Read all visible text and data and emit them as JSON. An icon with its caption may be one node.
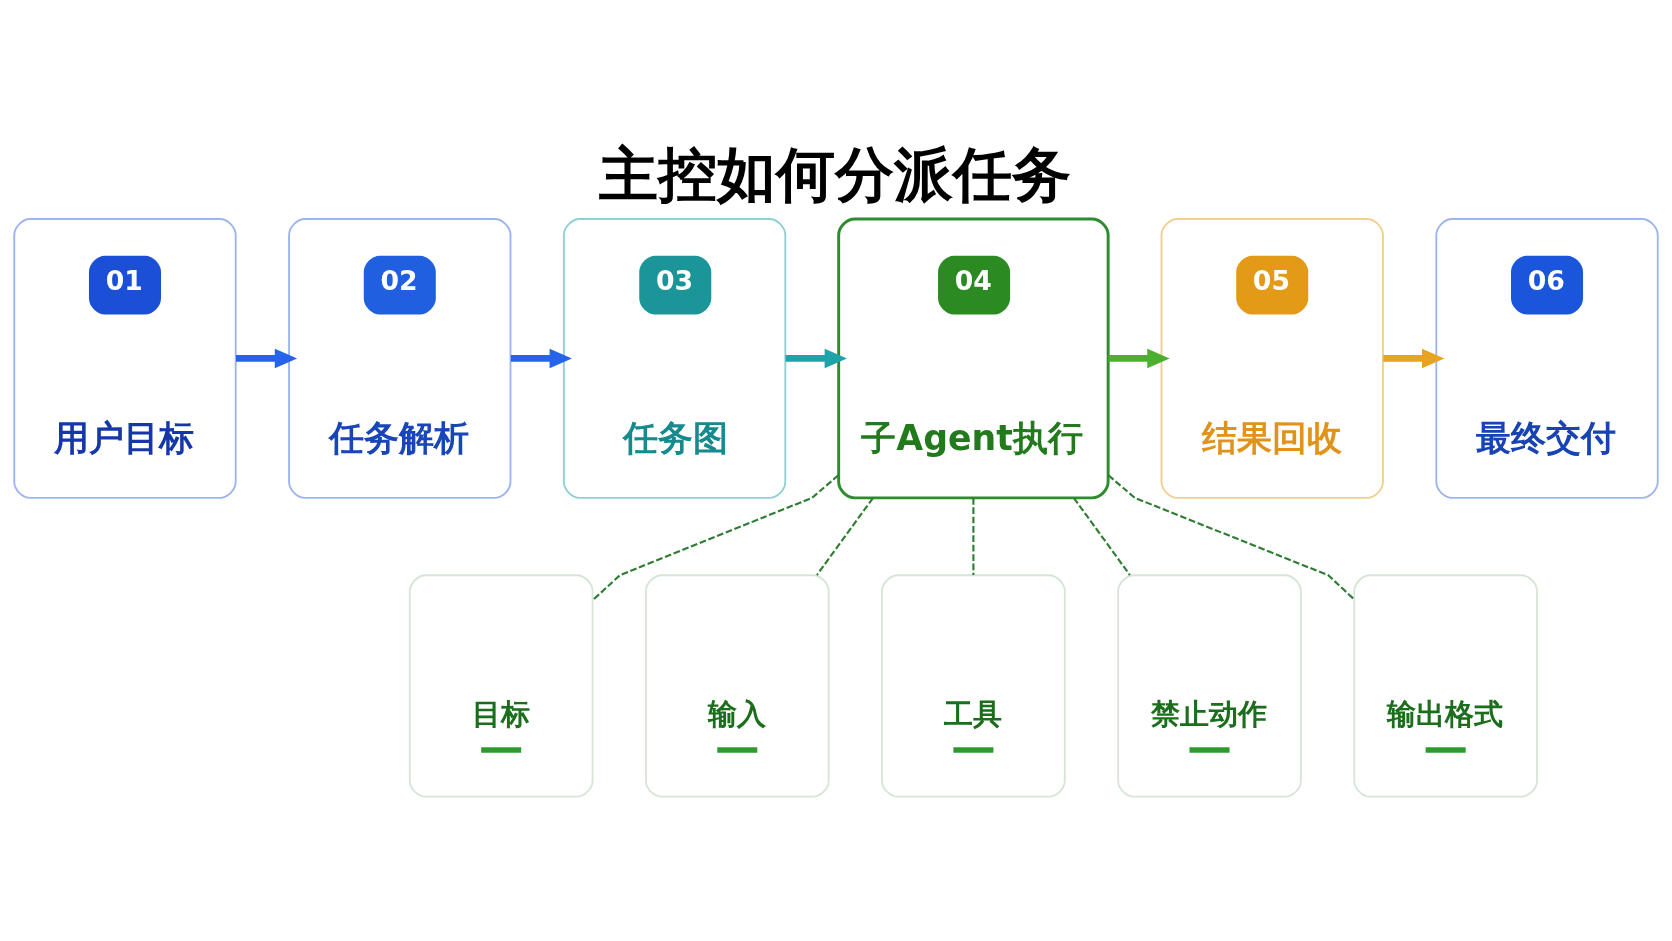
{
  "diagram": {
    "title": "主控如何分派任务",
    "nodes": [
      {
        "text": [
          "01",
          "用户目标"
        ]
      },
      {
        "text": [
          "02",
          "任务解析"
        ]
      },
      {
        "text": [
          "03",
          "任务图"
        ]
      },
      {
        "text": [
          "04",
          "子Agent执行"
        ]
      },
      {
        "text": [
          "05",
          "结果回收"
        ]
      },
      {
        "text": [
          "06",
          "最终交付"
        ]
      },
      {
        "text": [
          "目标"
        ]
      },
      {
        "text": [
          "输入"
        ]
      },
      {
        "text": [
          "工具"
        ]
      },
      {
        "text": [
          "禁止动作"
        ]
      },
      {
        "text": [
          "输出格式"
        ]
      }
    ],
    "edges": [
      {
        "from": 0,
        "to": 1,
        "arrow": "to",
        "style": "thick",
        "color": "#2563eb"
      },
      {
        "from": 1,
        "to": 2,
        "arrow": "to",
        "style": "thick",
        "color": "#2563eb"
      },
      {
        "from": 2,
        "to": 3,
        "arrow": "to",
        "style": "thick",
        "color": "#1ea3a8"
      },
      {
        "from": 3,
        "to": 4,
        "arrow": "to",
        "style": "thick",
        "color": "#4caf30"
      },
      {
        "from": 4,
        "to": 5,
        "arrow": "to",
        "style": "thick",
        "color": "#e8a322"
      },
      {
        "from": 3,
        "to": 6,
        "arrow": "none",
        "style": "dashed",
        "color": "#2e7d32"
      },
      {
        "from": 3,
        "to": 7,
        "arrow": "none",
        "style": "dashed",
        "color": "#2e7d32"
      },
      {
        "from": 3,
        "to": 8,
        "arrow": "none",
        "style": "dashed",
        "color": "#2e7d32"
      },
      {
        "from": 3,
        "to": 9,
        "arrow": "none",
        "style": "dashed",
        "color": "#2e7d32"
      },
      {
        "from": 3,
        "to": 10,
        "arrow": "none",
        "style": "dashed",
        "color": "#2e7d32"
      }
    ]
  }
}
